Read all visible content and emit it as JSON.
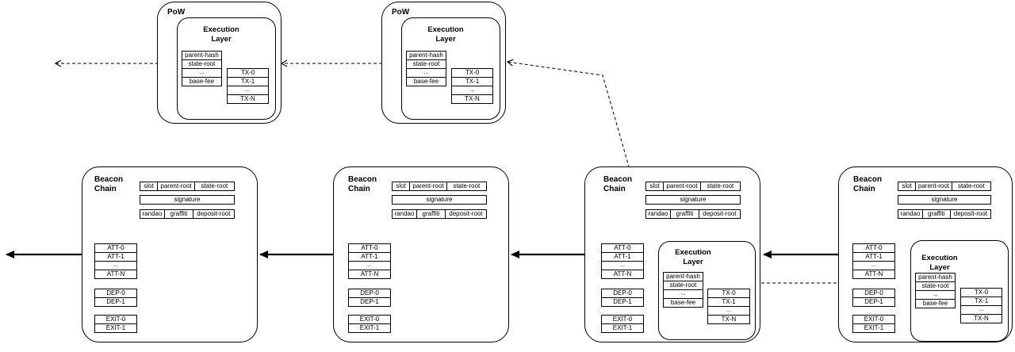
{
  "colors": {
    "stroke": "#000000",
    "background": "#ffffff"
  },
  "pow_blocks": [
    {
      "title": "PoW",
      "execution_layer": {
        "title": "Execution Layer",
        "header_fields": [
          "parent-hash",
          "state-root",
          "...",
          "base-fee"
        ],
        "transactions": [
          "TX-0",
          "TX-1",
          "...",
          "TX-N"
        ]
      }
    },
    {
      "title": "PoW",
      "execution_layer": {
        "title": "Execution Layer",
        "header_fields": [
          "parent-hash",
          "state-root",
          "...",
          "base-fee"
        ],
        "transactions": [
          "TX-0",
          "TX-1",
          "...",
          "TX-N"
        ]
      }
    }
  ],
  "beacon_blocks": [
    {
      "title": "Beacon Chain",
      "header_row_1": [
        "slot",
        "parent-root",
        "state-root"
      ],
      "signature": "signature",
      "header_row_2": [
        "randao",
        "graffiti",
        "deposit-root"
      ],
      "attestations": [
        "ATT-0",
        "ATT-1",
        "...",
        "ATT-N"
      ],
      "deposits": [
        "DEP-0",
        "DEP-1"
      ],
      "exits": [
        "EXIT-0",
        "EXIT-1"
      ]
    },
    {
      "title": "Beacon Chain",
      "header_row_1": [
        "slot",
        "parent-root",
        "state-root"
      ],
      "signature": "signature",
      "header_row_2": [
        "randao",
        "graffiti",
        "deposit-root"
      ],
      "attestations": [
        "ATT-0",
        "ATT-1",
        "...",
        "ATT-N"
      ],
      "deposits": [
        "DEP-0",
        "DEP-1"
      ],
      "exits": [
        "EXIT-0",
        "EXIT-1"
      ]
    },
    {
      "title": "Beacon Chain",
      "header_row_1": [
        "slot",
        "parent-root",
        "state-root"
      ],
      "signature": "signature",
      "header_row_2": [
        "randao",
        "graffiti",
        "deposit-root"
      ],
      "attestations": [
        "ATT-0",
        "ATT-1",
        "...",
        "ATT-N"
      ],
      "deposits": [
        "DEP-0",
        "DEP-1"
      ],
      "exits": [
        "EXIT-0",
        "EXIT-1"
      ],
      "execution_layer": {
        "title": "Execution Layer",
        "header_fields": [
          "parent-hash",
          "state-root",
          "...",
          "base-fee"
        ],
        "transactions": [
          "TX-0",
          "TX-1",
          "...",
          "TX-N"
        ]
      }
    },
    {
      "title": "Beacon Chain",
      "header_row_1": [
        "slot",
        "parent-root",
        "state-root"
      ],
      "signature": "signature",
      "header_row_2": [
        "randao",
        "graffiti",
        "deposit-root"
      ],
      "attestations": [
        "ATT-0",
        "ATT-1",
        "...",
        "ATT-N"
      ],
      "deposits": [
        "DEP-0",
        "DEP-1"
      ],
      "exits": [
        "EXIT-0",
        "EXIT-1"
      ],
      "execution_layer": {
        "title": "Execution Layer",
        "header_fields": [
          "parent-hash",
          "state-root",
          "...",
          "base-fee"
        ],
        "transactions": [
          "TX-0",
          "TX-1",
          "...",
          "TX-N"
        ]
      }
    }
  ]
}
